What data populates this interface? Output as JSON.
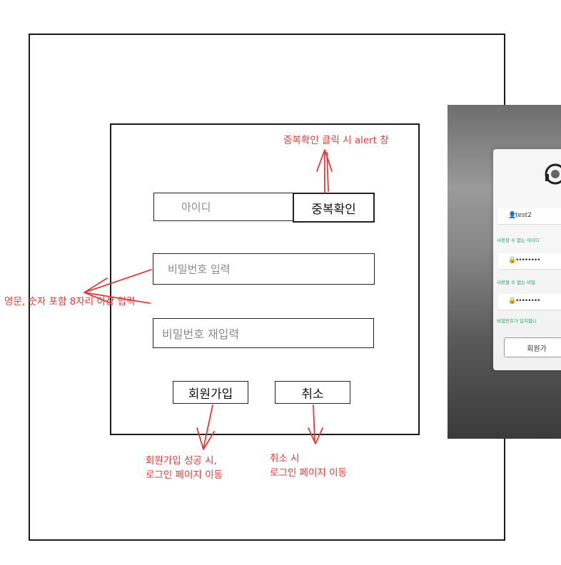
{
  "form": {
    "id_placeholder": "아이디",
    "dup_check_label": "중복확인",
    "password_placeholder": "비밀번호 입력",
    "password_confirm_placeholder": "비밀번호 재입력",
    "signup_label": "회원가입",
    "cancel_label": "취소"
  },
  "annotations": {
    "dup_check": "중복확인 클릭 시 alert 창",
    "password_rule": "영문, 숫자 포함 8자리 이상 입력",
    "signup_line1": "회원가입 성공 시,",
    "signup_line2": "로그인 페이지 이동",
    "cancel_line1": "취소 시",
    "cancel_line2": "로그인 페이지 이동"
  },
  "preview": {
    "username_value": "test2",
    "password_mask": "••••••••",
    "password_confirm_mask": "••••••••",
    "warn_id": "사용할 수 없는 아이디",
    "warn_pw": "사용할 수 없는 비밀",
    "warn_pw_confirm": "비밀번호가 일치합니",
    "signup_label": "회원가"
  },
  "colors": {
    "annotation": "#e23a3a",
    "sketch_line": "#1a1a1a",
    "preview_warning": "#2e9c6a"
  }
}
